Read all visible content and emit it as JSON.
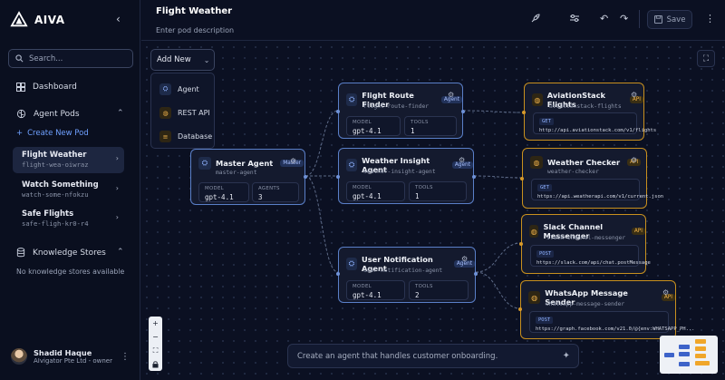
{
  "app": {
    "name": "AIVA"
  },
  "sidebar": {
    "search_placeholder": "Search...",
    "dashboard": "Dashboard",
    "agent_pods": "Agent Pods",
    "create_pod": "Create New Pod",
    "pods": [
      {
        "name": "Flight Weather",
        "slug": "flight-wea-oiwraz"
      },
      {
        "name": "Watch Something",
        "slug": "watch-some-nfokzu"
      },
      {
        "name": "Safe Flights",
        "slug": "safe-fligh-kr0-r4"
      }
    ],
    "knowledge_stores": "Knowledge Stores",
    "knowledge_empty": "No knowledge stores available",
    "user": {
      "name": "Shadid Haque",
      "org": "AIvigator Pte Ltd - owner"
    }
  },
  "header": {
    "title": "Flight Weather",
    "description_placeholder": "Enter pod description",
    "save_label": "Save"
  },
  "add_menu": {
    "label": "Add New",
    "items": [
      "Agent",
      "REST API",
      "Database"
    ]
  },
  "stat_labels": {
    "model": "MODEL",
    "agents": "AGENTS",
    "tools": "TOOLS"
  },
  "nodes": {
    "master": {
      "title": "Master Agent",
      "badge": "Master",
      "slug": "master-agent",
      "model": "gpt-4.1",
      "agents": "3"
    },
    "route": {
      "title": "Flight Route Finder",
      "badge": "Agent",
      "slug": "flight-route-finder",
      "model": "gpt-4.1",
      "tools": "1"
    },
    "weather": {
      "title": "Weather Insight Agent",
      "badge": "Agent",
      "slug": "weather-insight-agent",
      "model": "gpt-4.1",
      "tools": "1"
    },
    "notify": {
      "title": "User Notification Agent",
      "badge": "Agent",
      "slug": "user-notification-agent",
      "model": "gpt-4.1",
      "tools": "2"
    },
    "aviation": {
      "title": "AviationStack Flights",
      "badge": "API",
      "slug": "aviationstack-flights",
      "method": "GET",
      "url": "http://api.aviationstack.com/v1/flights"
    },
    "checker": {
      "title": "Weather Checker",
      "badge": "API",
      "slug": "weather-checker",
      "method": "GET",
      "url": "https://api.weatherapi.com/v1/current.json"
    },
    "slack": {
      "title": "Slack Channel Messenger",
      "badge": "API",
      "slug": "slack-channel-messenger",
      "method": "POST",
      "url": "https://slack.com/api/chat.postMessage"
    },
    "whatsapp": {
      "title": "WhatsApp Message Sender",
      "badge": "API",
      "slug": "whatsapp-message-sender",
      "method": "POST",
      "url": "https://graph.facebook.com/v21.0/@{env:WHATSAPP_PH..."
    }
  },
  "prompt": {
    "placeholder": "Create an agent that handles customer onboarding."
  },
  "colors": {
    "agent_border": "#5a7fc8",
    "api_border": "#c8901e",
    "accent": "#6fa0ff",
    "background": "#0b1022"
  }
}
